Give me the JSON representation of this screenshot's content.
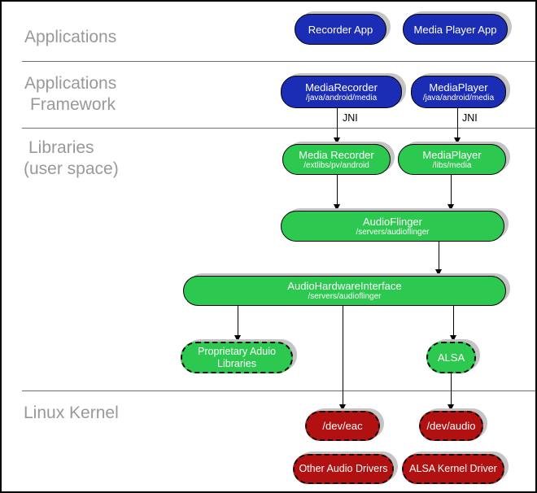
{
  "sections": {
    "applications": "Applications",
    "framework_line1": "Applications",
    "framework_line2": "Framework",
    "libraries_line1": "Libraries",
    "libraries_line2": "(user space)",
    "linux_kernel": "Linux Kernel"
  },
  "edge_labels": {
    "jni_left": "JNI",
    "jni_right": "JNI"
  },
  "nodes": {
    "recorder_app": {
      "label": "Recorder App"
    },
    "media_player_app": {
      "label": "Media Player App"
    },
    "media_recorder_fw": {
      "label": "MediaRecorder",
      "sublabel": "/java/android/media"
    },
    "media_player_fw": {
      "label": "MediaPlayer",
      "sublabel": "/java/android/media"
    },
    "media_recorder_lib": {
      "label": "Media Recorder",
      "sublabel": "/extlibs/pv/android"
    },
    "media_player_lib": {
      "label": "MediaPlayer",
      "sublabel": "/libs/media"
    },
    "audioflinger": {
      "label": "AudioFlinger",
      "sublabel": "/servers/audioflinger"
    },
    "audio_hardware_interface": {
      "label": "AudioHardwareInterface",
      "sublabel": "/servers/audioflinger"
    },
    "proprietary_audio_libraries": {
      "label": "Proprietary Aduio Libraries"
    },
    "alsa": {
      "label": "ALSA"
    },
    "dev_eac": {
      "label": "/dev/eac"
    },
    "dev_audio": {
      "label": "/dev/audio"
    },
    "other_audio_drivers": {
      "label": "Other Audio Drivers"
    },
    "alsa_kernel_driver": {
      "label": "ALSA Kernel Driver"
    }
  },
  "edges": [
    {
      "from": "MediaRecorder (framework)",
      "to": "Media Recorder (libraries)",
      "label": "JNI"
    },
    {
      "from": "MediaPlayer (framework)",
      "to": "MediaPlayer (libraries)",
      "label": "JNI"
    },
    {
      "from": "Media Recorder (libraries)",
      "to": "AudioFlinger"
    },
    {
      "from": "MediaPlayer (libraries)",
      "to": "AudioFlinger"
    },
    {
      "from": "AudioFlinger",
      "to": "AudioHardwareInterface"
    },
    {
      "from": "AudioHardwareInterface",
      "to": "Proprietary Aduio Libraries"
    },
    {
      "from": "AudioHardwareInterface",
      "to": "/dev/eac"
    },
    {
      "from": "AudioHardwareInterface",
      "to": "ALSA"
    },
    {
      "from": "ALSA",
      "to": "/dev/audio"
    }
  ],
  "colors": {
    "app_blue": "#1c2db5",
    "lib_green": "#2cc84f",
    "kernel_red": "#b11111",
    "shadow_gray": "#c4c4c4",
    "section_label_gray": "#97999b",
    "divider_gray": "#6e6e6e",
    "text_white": "#ffffff"
  }
}
